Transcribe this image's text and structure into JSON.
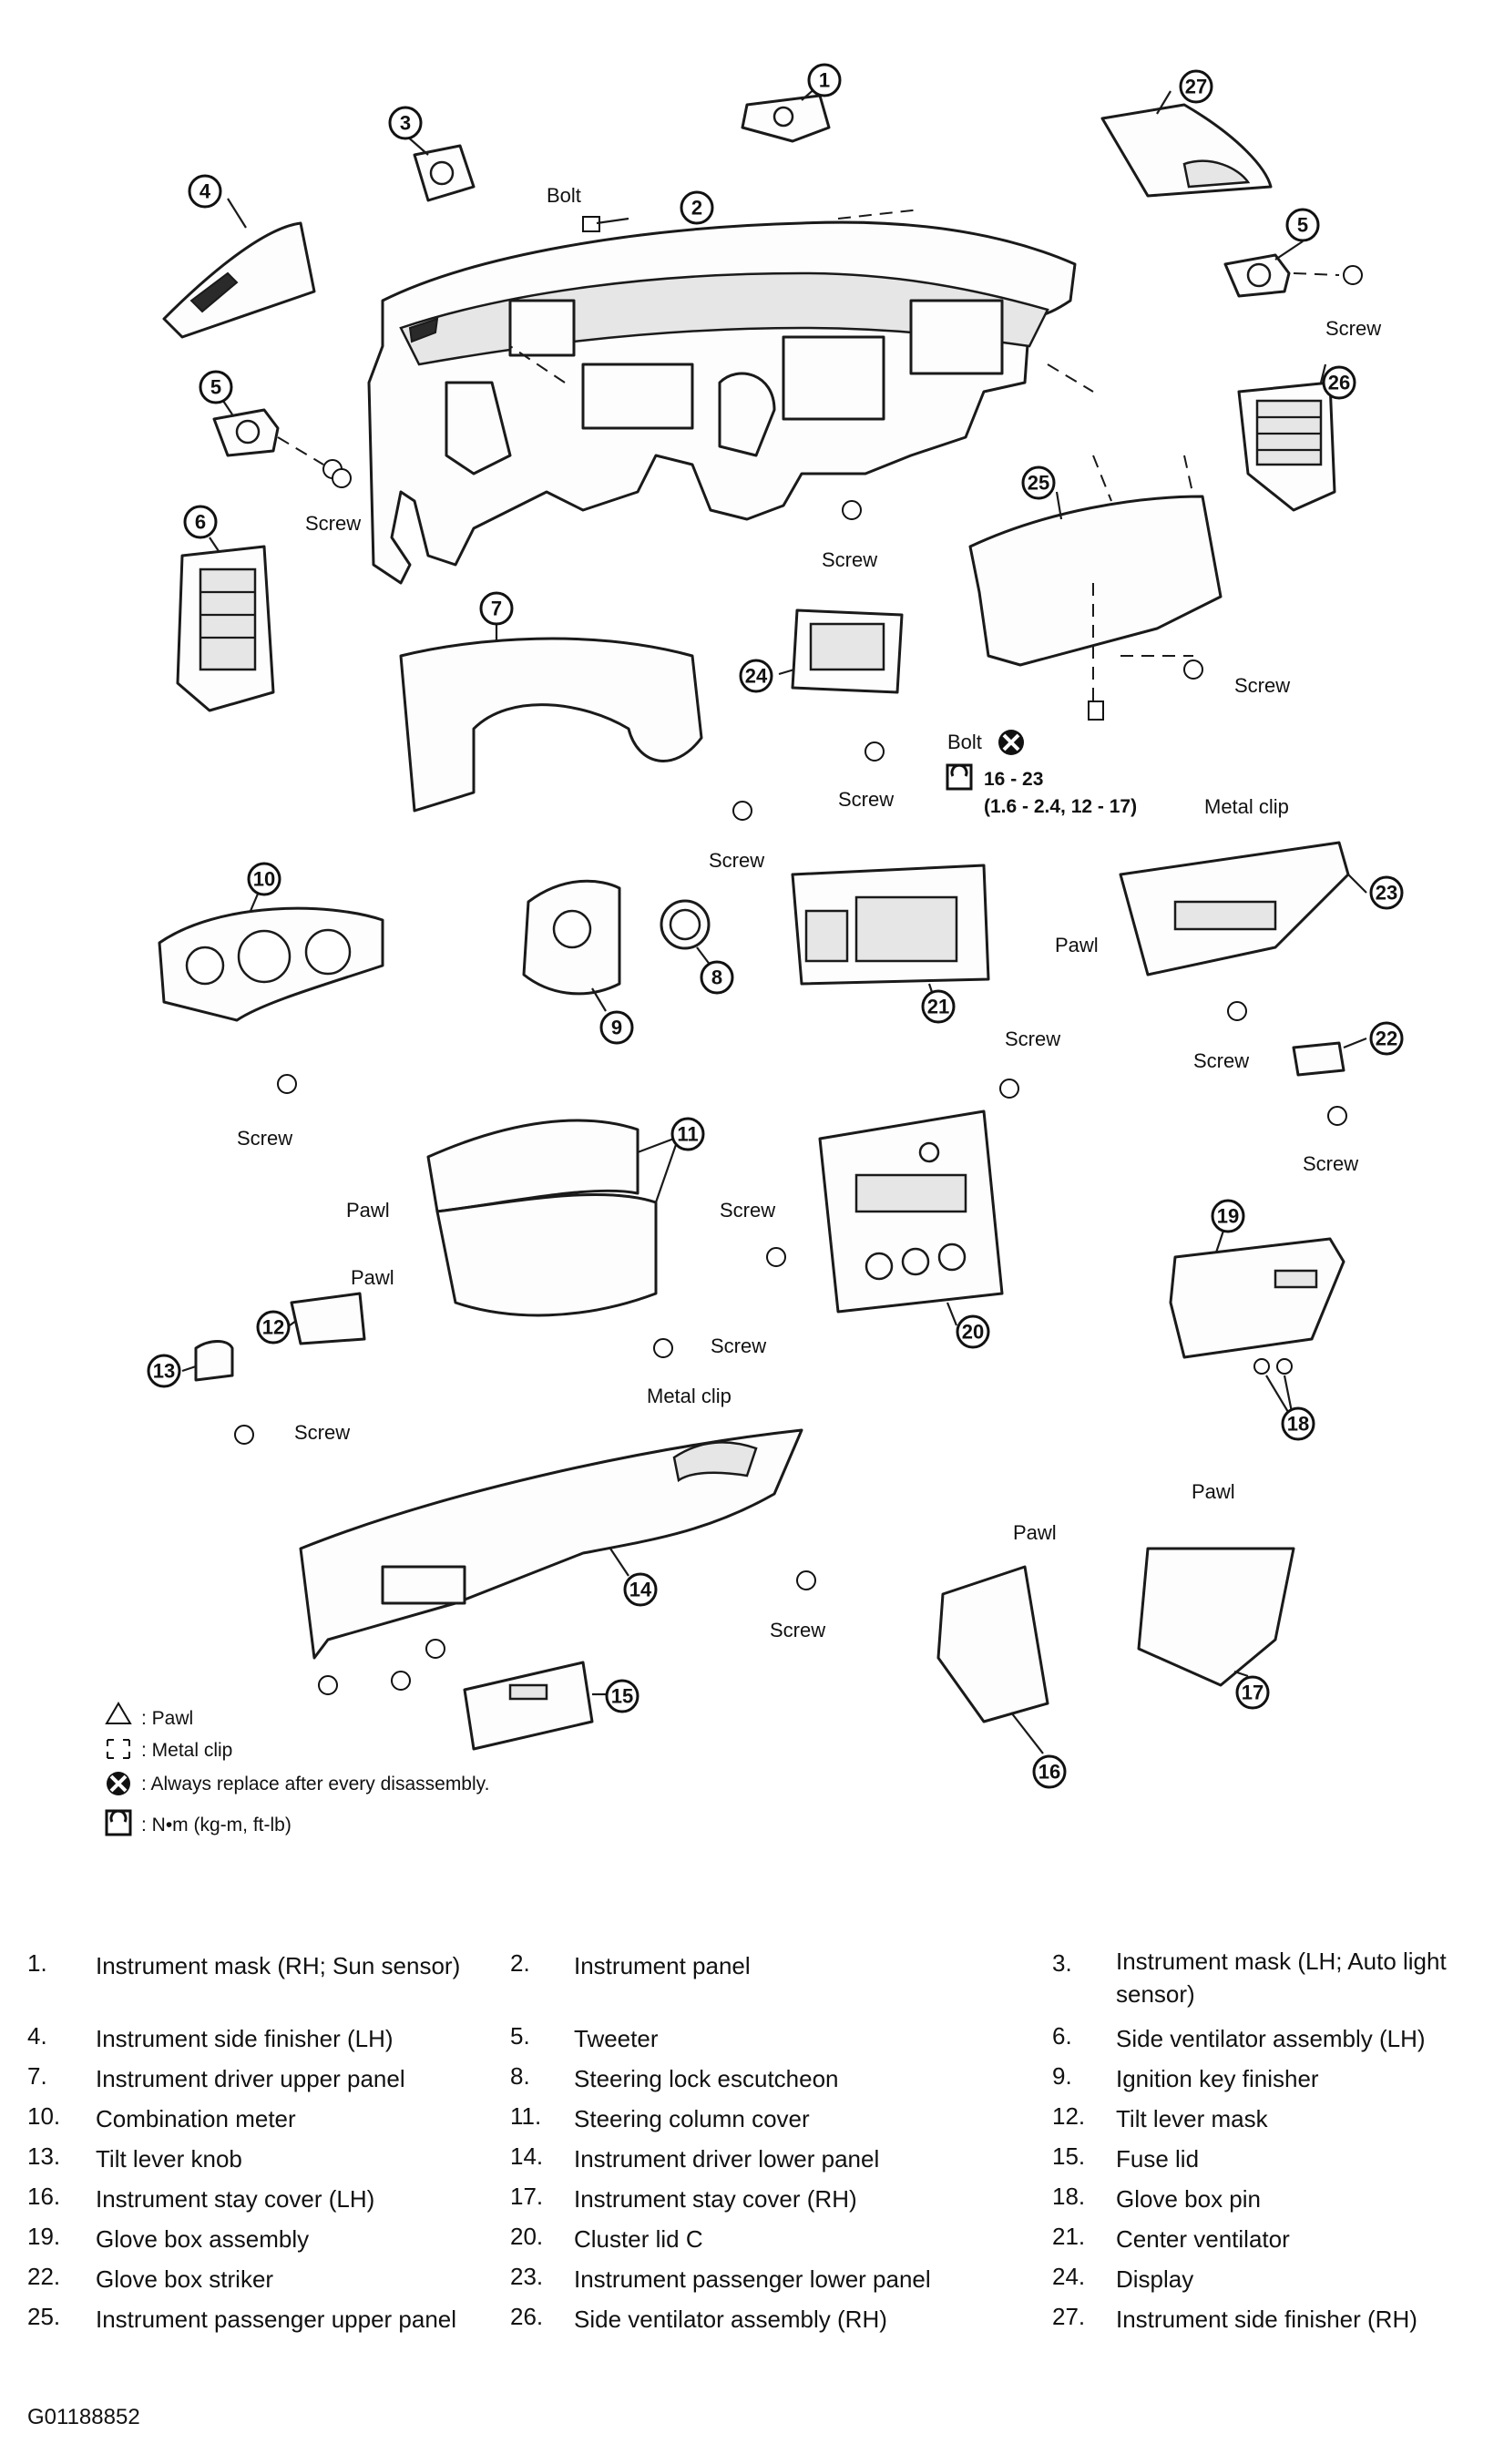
{
  "callouts": [
    "1",
    "2",
    "3",
    "4",
    "5",
    "5",
    "6",
    "7",
    "8",
    "9",
    "10",
    "11",
    "12",
    "13",
    "14",
    "15",
    "16",
    "17",
    "18",
    "19",
    "20",
    "21",
    "22",
    "23",
    "24",
    "25",
    "26",
    "27"
  ],
  "labels": {
    "bolt": "Bolt",
    "screw": "Screw",
    "pawl": "Pawl",
    "metal_clip": "Metal clip",
    "metal_clip_2": "Metal  clip",
    "torque_value": "16 - 23",
    "torque_units": "(1.6 - 2.4, 12 - 17)"
  },
  "legend_symbols": [
    {
      "icon": "pawl-triangle-icon",
      "text": ": Pawl"
    },
    {
      "icon": "metal-clip-icon",
      "text": ": Metal clip"
    },
    {
      "icon": "always-replace-icon",
      "text": ": Always replace after every disassembly."
    },
    {
      "icon": "torque-wrench-icon",
      "text": ": N•m  (kg-m,  ft-lb)"
    }
  ],
  "parts": [
    [
      "1.",
      "Instrument mask (RH; Sun sensor)",
      "2.",
      "Instrument panel",
      "3.",
      "Instrument mask (LH; Auto light",
      "sensor)"
    ],
    [
      "4.",
      "Instrument side finisher (LH)",
      "5.",
      "Tweeter",
      "6.",
      "Side ventilator assembly (LH)",
      ""
    ],
    [
      "7.",
      "Instrument driver upper panel",
      "8.",
      "Steering lock escutcheon",
      "9.",
      "Ignition key finisher",
      ""
    ],
    [
      "10.",
      "Combination meter",
      "11.",
      "Steering column cover",
      "12.",
      "Tilt lever mask",
      ""
    ],
    [
      "13.",
      "Tilt lever knob",
      "14.",
      "Instrument driver lower panel",
      "15.",
      "Fuse lid",
      ""
    ],
    [
      "16.",
      "Instrument stay cover (LH)",
      "17.",
      "Instrument stay cover (RH)",
      "18.",
      "Glove box pin",
      ""
    ],
    [
      "19.",
      "Glove box assembly",
      "20.",
      "Cluster lid C",
      "21.",
      "Center ventilator",
      ""
    ],
    [
      "22.",
      "Glove box striker",
      "23.",
      "Instrument passenger lower panel",
      "24.",
      "Display",
      ""
    ],
    [
      "25.",
      "Instrument passenger upper panel",
      "26.",
      "Side ventilator  assembly (RH)",
      "27.",
      "Instrument side finisher (RH)",
      ""
    ]
  ],
  "figure_id": "G01188852"
}
